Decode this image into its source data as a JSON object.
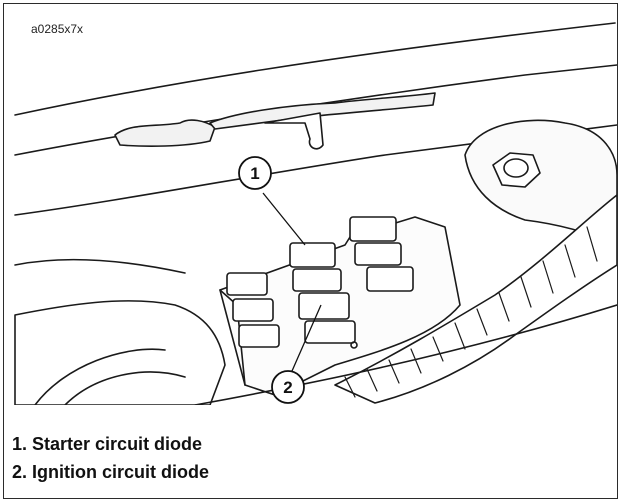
{
  "figure": {
    "reference_code": "a0285x7x"
  },
  "callouts": [
    {
      "number": "1"
    },
    {
      "number": "2"
    }
  ],
  "legend": {
    "items": [
      "1. Starter circuit diode",
      "2. Ignition circuit diode"
    ]
  }
}
